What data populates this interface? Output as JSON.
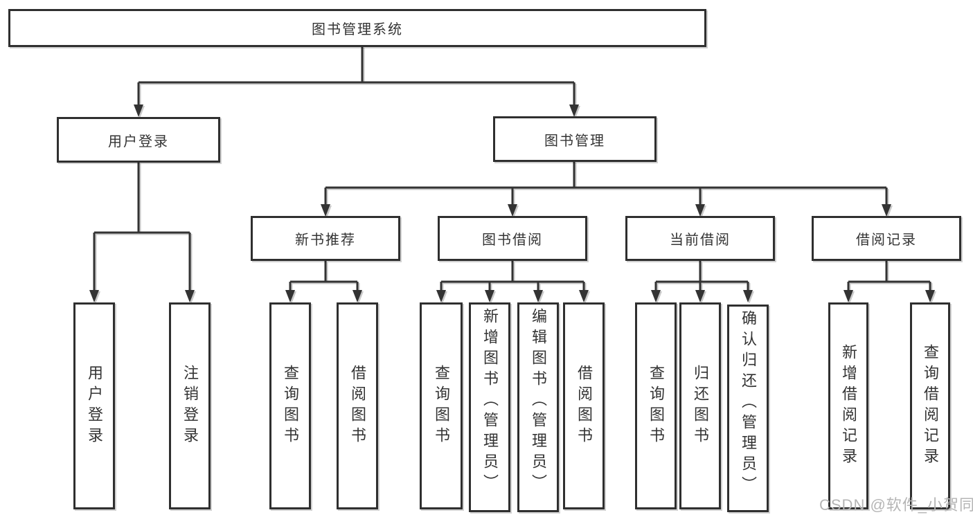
{
  "tree": {
    "root": {
      "label": "图书管理系统",
      "children": [
        {
          "label": "用户登录",
          "children": [
            {
              "label": "用户登录"
            },
            {
              "label": "注销登录"
            }
          ]
        },
        {
          "label": "图书管理",
          "children": [
            {
              "label": "新书推荐",
              "children": [
                {
                  "label": "查询图书"
                },
                {
                  "label": "借阅图书"
                }
              ]
            },
            {
              "label": "图书借阅",
              "children": [
                {
                  "label": "查询图书"
                },
                {
                  "label": "新增图书（管理员）"
                },
                {
                  "label": "编辑图书（管理员）"
                },
                {
                  "label": "借阅图书"
                }
              ]
            },
            {
              "label": "当前借阅",
              "children": [
                {
                  "label": "查询图书"
                },
                {
                  "label": "归还图书"
                },
                {
                  "label": "确认归还（管理员）"
                }
              ]
            },
            {
              "label": "借阅记录",
              "children": [
                {
                  "label": "新增借阅记录"
                },
                {
                  "label": "查询借阅记录"
                }
              ]
            }
          ]
        }
      ]
    }
  },
  "watermark": {
    "text": "CSDN @软件_小贺同学"
  },
  "colors": {
    "background": "#ffffff",
    "box_border": "#2f2f2f",
    "line": "#333333",
    "line_shadow": "#c9c9c9",
    "text": "#333333",
    "watermark": "#b5b5b5"
  }
}
